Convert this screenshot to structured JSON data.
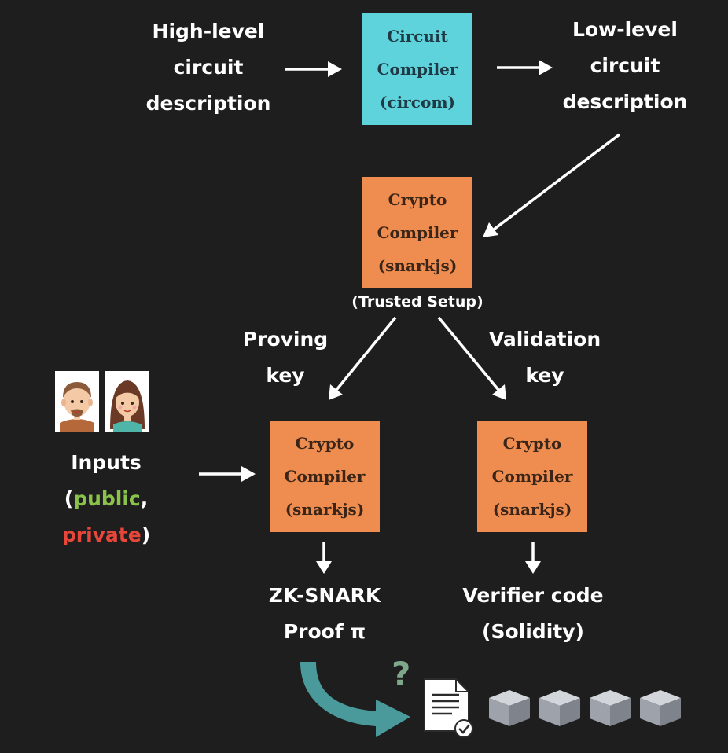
{
  "labels": {
    "high_level": [
      "High-level",
      "circuit",
      "description"
    ],
    "low_level": [
      "Low-level",
      "circuit",
      "description"
    ],
    "proving_key": [
      "Proving",
      "key"
    ],
    "validation_key": [
      "Validation",
      "key"
    ],
    "inputs": "Inputs",
    "inputs_open": "(",
    "inputs_public": "public",
    "inputs_comma": ", ",
    "inputs_private": "private",
    "inputs_close": ")",
    "zk_snark": [
      "ZK-SNARK",
      "Proof π"
    ],
    "verifier": [
      "Verifier code",
      "(Solidity)"
    ],
    "trusted_setup": "(Trusted Setup)",
    "question_mark": "?"
  },
  "boxes": {
    "circuit_compiler": [
      "Circuit",
      "Compiler",
      "(circom)"
    ],
    "crypto_compiler_setup": [
      "Crypto",
      "Compiler",
      "(snarkjs)"
    ],
    "crypto_compiler_prove": [
      "Crypto",
      "Compiler",
      "(snarkjs)"
    ],
    "crypto_compiler_verify": [
      "Crypto",
      "Compiler",
      "(snarkjs)"
    ]
  },
  "colors": {
    "background": "#1e1e1e",
    "teal_box": "#5fd3dc",
    "orange_box": "#ee8d4f",
    "public": "#8ac24a",
    "private": "#e8463a",
    "curved_arrow": "#4a9a9c",
    "block": "#a9adb5"
  },
  "icons": {
    "avatar_male": "man-avatar-icon",
    "avatar_female": "woman-avatar-icon",
    "document": "document-check-icon",
    "blockchain": "blockchain-blocks-icon"
  }
}
